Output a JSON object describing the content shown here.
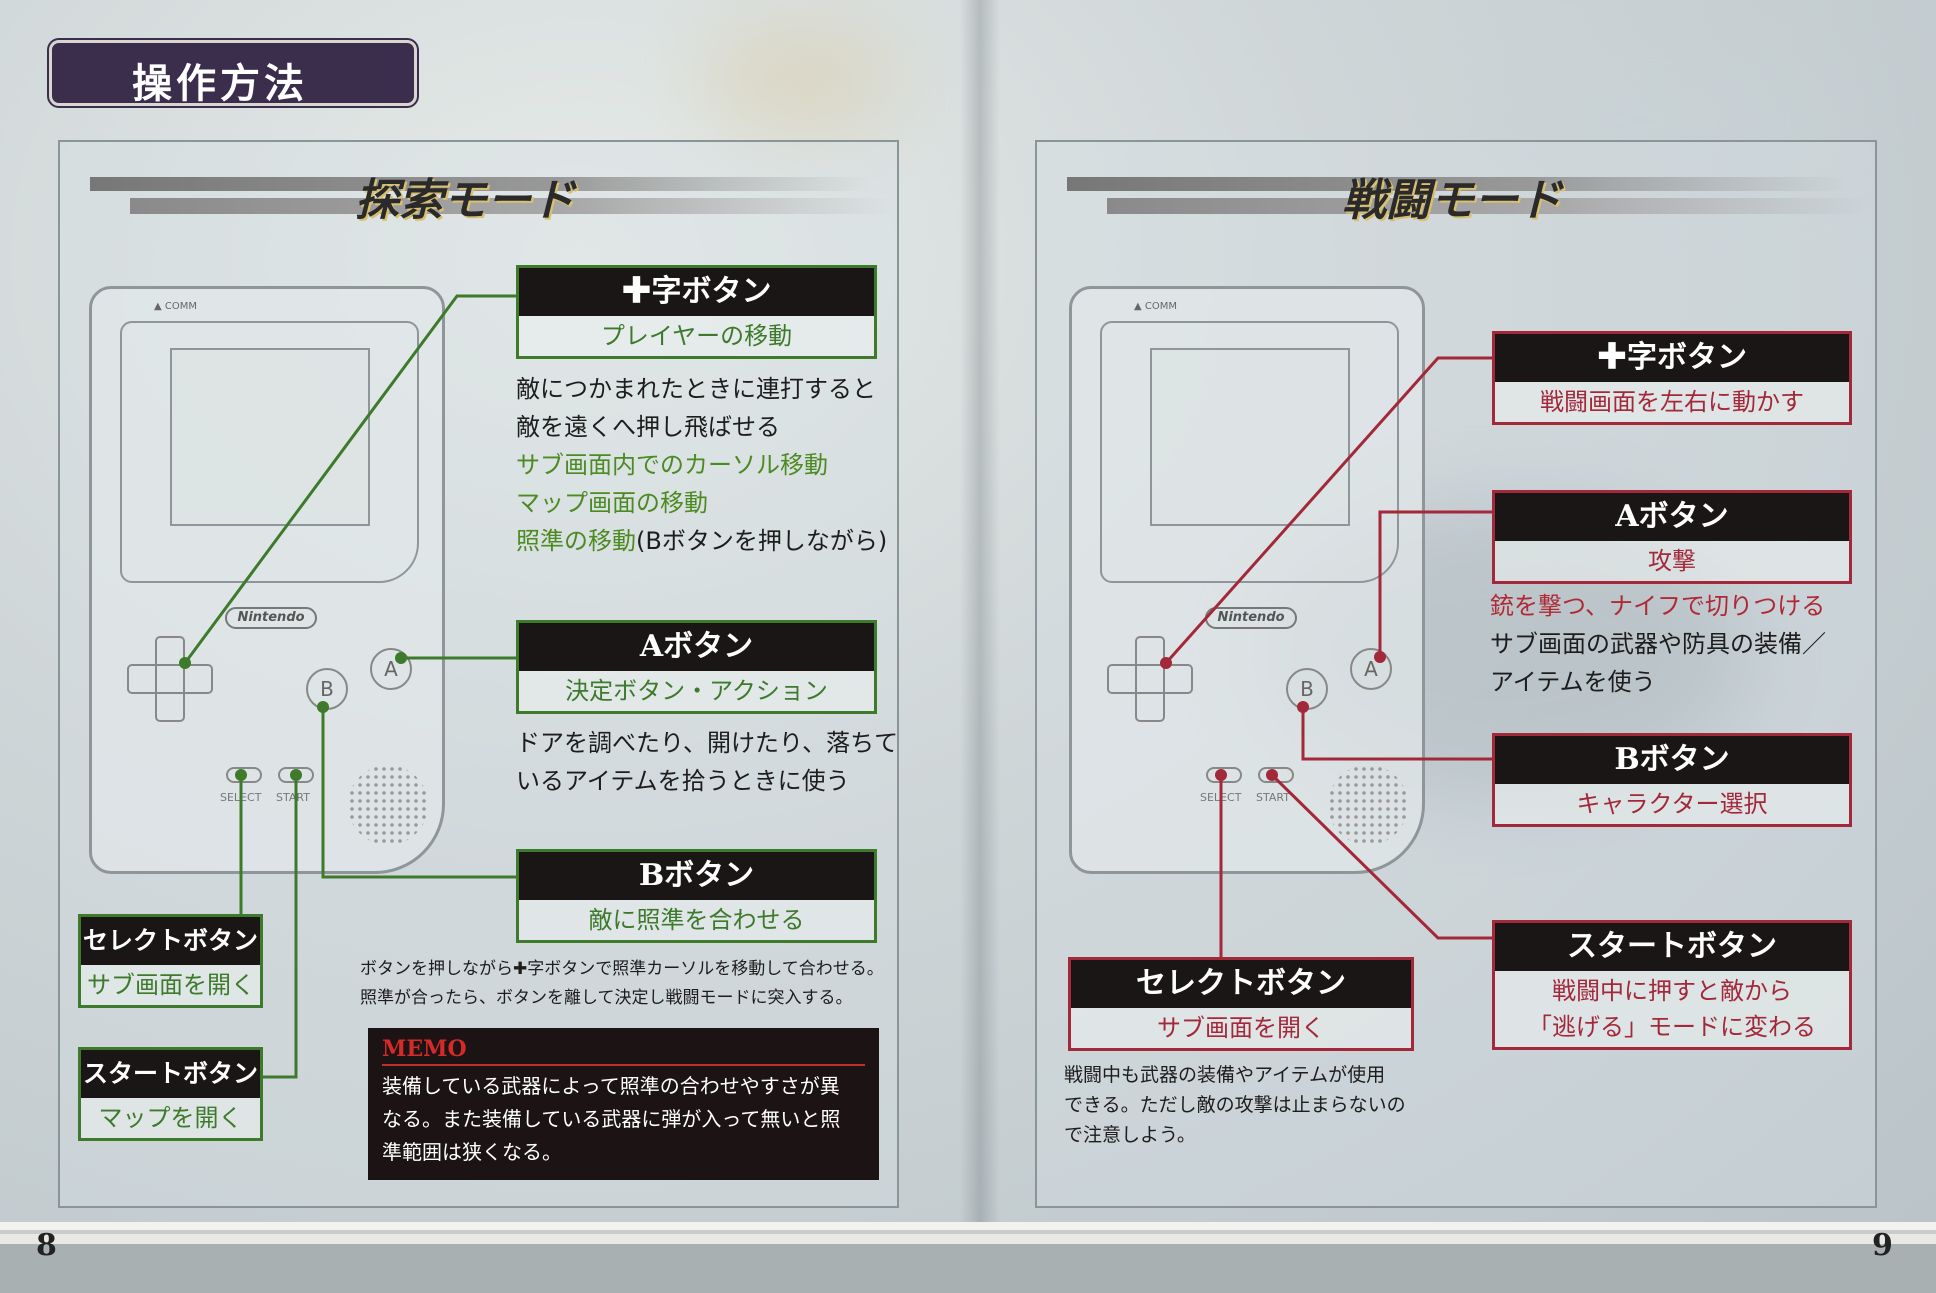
{
  "page_header": "操作方法",
  "left": {
    "title": "探索モード",
    "gameboy": {
      "comm": "▲ COMM",
      "logo": "Nintendo",
      "a": "A",
      "b": "B",
      "select": "SELECT",
      "start": "START"
    },
    "dpad_box": {
      "title": "✚字ボタン",
      "sub": "プレイヤーの移動"
    },
    "dpad_desc": [
      "敵につかまれたときに連打すると",
      "敵を遠くへ押し飛ばせる"
    ],
    "dpad_desc_green": [
      "サブ画面内でのカーソル移動",
      "マップ画面の移動",
      "照準の移動"
    ],
    "dpad_desc_note": "(Bボタンを押しながら)",
    "a_box": {
      "title": "Aボタン",
      "sub": "決定ボタン・アクション"
    },
    "a_desc": [
      "ドアを調べたり、開けたり、落ちて",
      "いるアイテムを拾うときに使う"
    ],
    "b_box": {
      "title": "Bボタン",
      "sub": "敵に照準を合わせる"
    },
    "b_desc": [
      "ボタンを押しながら✚字ボタンで照準カーソルを移動して合わせる。",
      "照準が合ったら、ボタンを離して決定し戦闘モードに突入する。"
    ],
    "select_box": {
      "title": "セレクトボタン",
      "sub": "サブ画面を開く"
    },
    "start_box": {
      "title": "スタートボタン",
      "sub": "マップを開く"
    },
    "memo": {
      "title": "MEMO",
      "lines": [
        "装備している武器によって照準の合わせやすさが異",
        "なる。また装備している武器に弾が入って無いと照",
        "準範囲は狭くなる。"
      ]
    },
    "page_number": "8",
    "accent": "#3e7a2c"
  },
  "right": {
    "title": "戦闘モード",
    "gameboy": {
      "comm": "▲ COMM",
      "logo": "Nintendo",
      "a": "A",
      "b": "B",
      "select": "SELECT",
      "start": "START"
    },
    "dpad_box": {
      "title": "✚字ボタン",
      "sub": "戦闘画面を左右に動かす"
    },
    "a_box": {
      "title": "Aボタン",
      "sub": "攻撃"
    },
    "a_desc_red": "銃を撃つ、ナイフで切りつける",
    "a_desc": [
      "サブ画面の武器や防具の装備／",
      "アイテムを使う"
    ],
    "b_box": {
      "title": "Bボタン",
      "sub": "キャラクター選択"
    },
    "start_box": {
      "title": "スタートボタン",
      "sub": [
        "戦闘中に押すと敵から",
        "「逃げる」モードに変わる"
      ]
    },
    "select_box": {
      "title": "セレクトボタン",
      "sub": "サブ画面を開く"
    },
    "select_desc": [
      "戦闘中も武器の装備やアイテムが使用",
      "できる。ただし敵の攻撃は止まらないの",
      "で注意しよう。"
    ],
    "page_number": "9",
    "accent": "#a3283a"
  }
}
